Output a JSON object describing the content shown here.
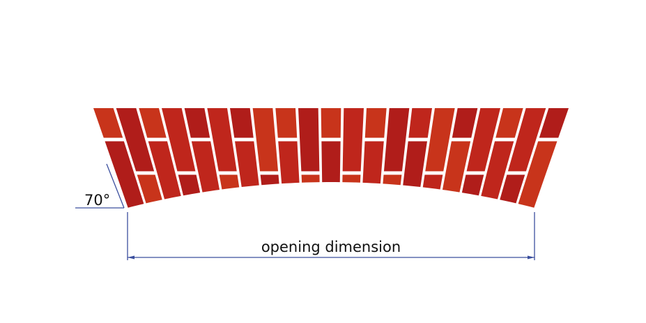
{
  "labels": {
    "angle": "70°",
    "dimension": "opening dimension"
  },
  "colors": {
    "dimension_line": "#3b4f9e",
    "brick_dark": "#b01d1a",
    "brick_mid": "#bf261c",
    "brick_light": "#c8341b",
    "mortar": "#ffffff"
  },
  "arch": {
    "column_count": 21,
    "skewback_angle_deg": 70,
    "bricks": [
      [
        "light",
        "dark"
      ],
      [
        "dark",
        "light"
      ],
      [
        "light",
        "mid"
      ],
      [
        "mid",
        "dark"
      ],
      [
        "dark",
        "mid"
      ],
      [
        "mid",
        "light"
      ],
      [
        "dark",
        "mid"
      ],
      [
        "light",
        "dark"
      ],
      [
        "light",
        "mid"
      ],
      [
        "dark",
        "light"
      ],
      [
        "light",
        "dark"
      ],
      [
        "mid",
        "light"
      ],
      [
        "light",
        "mid"
      ],
      [
        "dark",
        "light"
      ],
      [
        "mid",
        "dark"
      ],
      [
        "light",
        "mid"
      ],
      [
        "dark",
        "light"
      ],
      [
        "mid",
        "dark"
      ],
      [
        "light",
        "mid"
      ],
      [
        "mid",
        "dark"
      ],
      [
        "dark",
        "light"
      ]
    ]
  }
}
